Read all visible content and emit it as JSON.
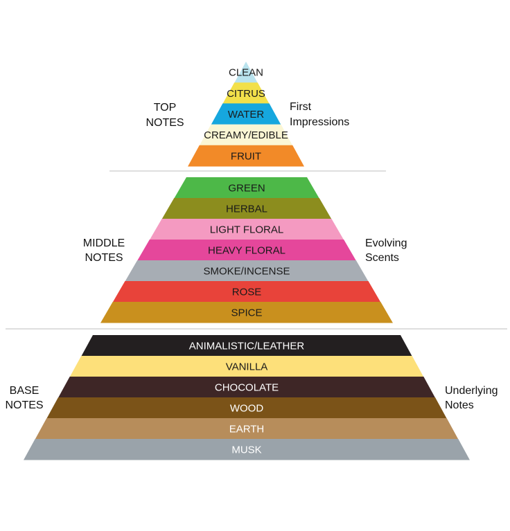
{
  "tiers": [
    {
      "id": "top",
      "left_label": [
        "TOP",
        "NOTES"
      ],
      "right_label": [
        "First",
        "Impressions"
      ],
      "bands": [
        {
          "label": "CLEAN",
          "color": "#b9e3ee",
          "text_color": "#1a1a1a"
        },
        {
          "label": "CITRUS",
          "color": "#f2e04a",
          "text_color": "#1a1a1a"
        },
        {
          "label": "WATER",
          "color": "#16a7de",
          "text_color": "#1a1a1a"
        },
        {
          "label": "CREAMY/EDIBLE",
          "color": "#fbf6d4",
          "text_color": "#1a1a1a"
        },
        {
          "label": "FRUIT",
          "color": "#f28a28",
          "text_color": "#1a1a1a"
        }
      ]
    },
    {
      "id": "middle",
      "left_label": [
        "MIDDLE",
        "NOTES"
      ],
      "right_label": [
        "Evolving",
        "Scents"
      ],
      "bands": [
        {
          "label": "GREEN",
          "color": "#4db848",
          "text_color": "#1a1a1a"
        },
        {
          "label": "HERBAL",
          "color": "#8c8d1e",
          "text_color": "#1a1a1a"
        },
        {
          "label": "LIGHT FLORAL",
          "color": "#f49ac1",
          "text_color": "#1a1a1a"
        },
        {
          "label": "HEAVY FLORAL",
          "color": "#e5479b",
          "text_color": "#1a1a1a"
        },
        {
          "label": "SMOKE/INCENSE",
          "color": "#a7adb4",
          "text_color": "#1a1a1a"
        },
        {
          "label": "ROSE",
          "color": "#e8433a",
          "text_color": "#1a1a1a"
        },
        {
          "label": "SPICE",
          "color": "#c9901e",
          "text_color": "#1a1a1a"
        }
      ]
    },
    {
      "id": "base",
      "left_label": [
        "BASE",
        "NOTES"
      ],
      "right_label": [
        "Underlying",
        "Notes"
      ],
      "bands": [
        {
          "label": "ANIMALISTIC/LEATHER",
          "color": "#231f20",
          "text_color": "#ffffff"
        },
        {
          "label": "VANILLA",
          "color": "#fde07a",
          "text_color": "#1a1a1a"
        },
        {
          "label": "CHOCOLATE",
          "color": "#3e2626",
          "text_color": "#ffffff"
        },
        {
          "label": "WOOD",
          "color": "#7b5318",
          "text_color": "#ffffff"
        },
        {
          "label": "EARTH",
          "color": "#b78d5b",
          "text_color": "#ffffff"
        },
        {
          "label": "MUSK",
          "color": "#9aa3aa",
          "text_color": "#ffffff"
        }
      ]
    }
  ]
}
